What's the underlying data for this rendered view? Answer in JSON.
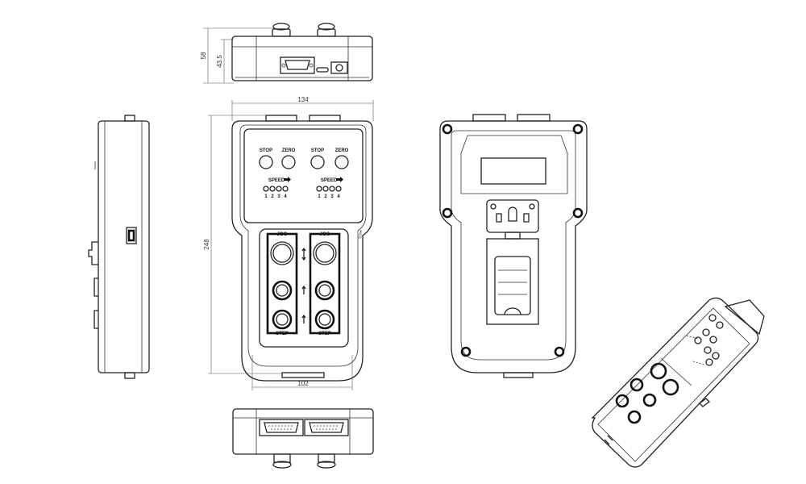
{
  "dimensions": {
    "height_total": "58",
    "height_body": "43.5",
    "width_top": "134",
    "length": "248",
    "width_bottom": "102"
  },
  "panel": {
    "stop": "STOP",
    "zero": "ZERO",
    "speed": "SPEED",
    "speed_levels": [
      "1",
      "2",
      "3",
      "4"
    ],
    "jog": "JOG",
    "step": "STEP"
  }
}
